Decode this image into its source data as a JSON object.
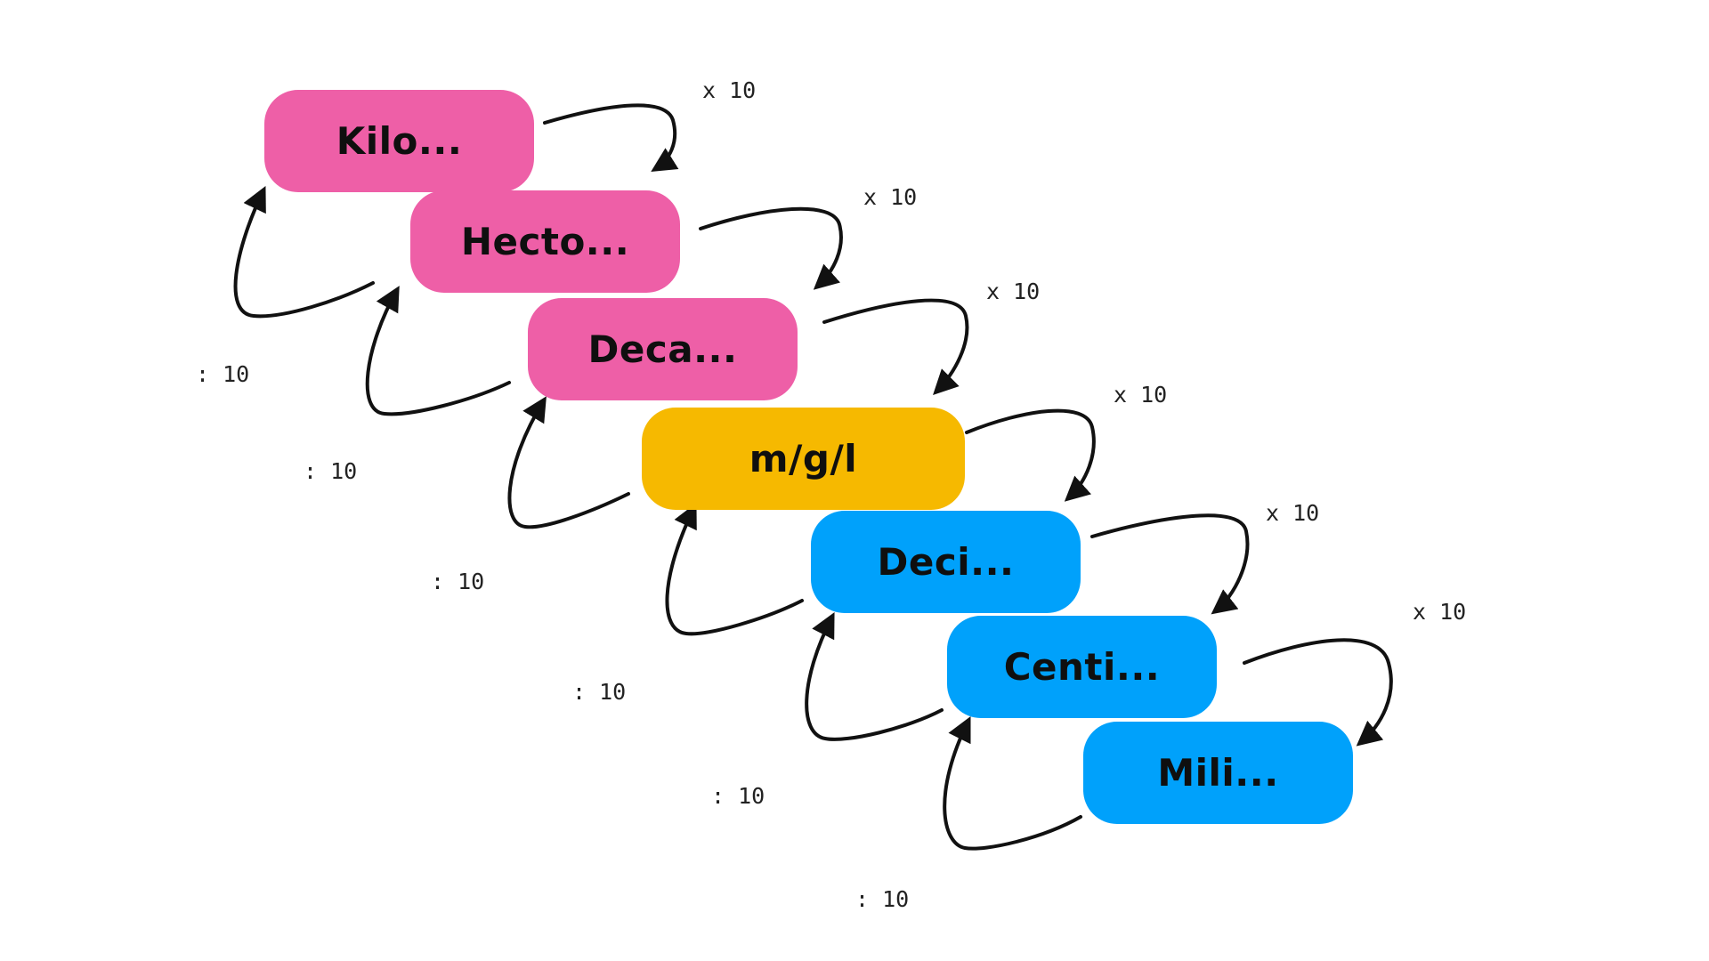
{
  "diagram": {
    "colors": {
      "larger_units": "#ee5fa7",
      "base_unit": "#f6b900",
      "smaller_units": "#00a1fb",
      "arrow": "#111111",
      "text": "#0f0f0f"
    },
    "units": [
      {
        "label": "Kilo...",
        "group": "larger_units"
      },
      {
        "label": "Hecto...",
        "group": "larger_units"
      },
      {
        "label": "Deca...",
        "group": "larger_units"
      },
      {
        "label": "m/g/l",
        "group": "base_unit"
      },
      {
        "label": "Deci...",
        "group": "smaller_units"
      },
      {
        "label": "Centi...",
        "group": "smaller_units"
      },
      {
        "label": "Mili...",
        "group": "smaller_units"
      }
    ],
    "multiply_labels": [
      "x 10",
      "x 10",
      "x 10",
      "x 10",
      "x 10",
      "x 10"
    ],
    "divide_labels": [
      ": 10",
      ": 10",
      ": 10",
      ": 10",
      ": 10",
      ": 10"
    ]
  }
}
